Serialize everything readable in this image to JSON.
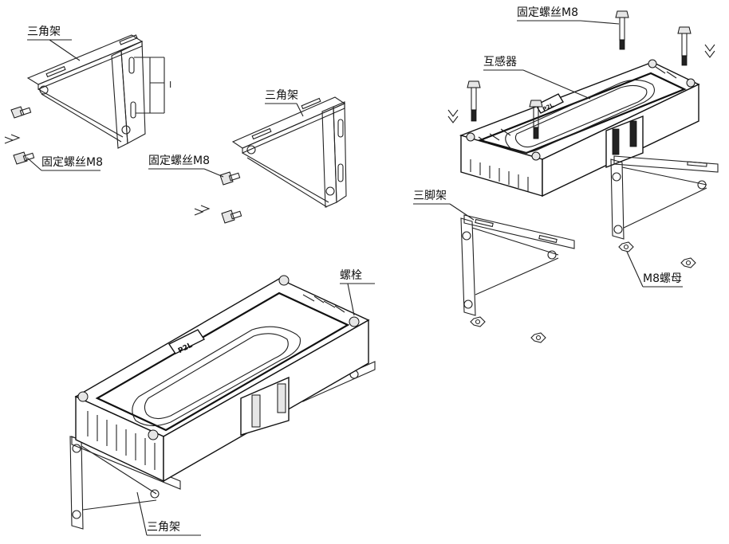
{
  "labels": {
    "bracket_top_left": "三角架",
    "screw_left": "固定螺丝M8",
    "screw_middle": "固定螺丝M8",
    "bracket_middle": "三角架",
    "screw_top_right": "固定螺丝M8",
    "transformer": "互感器",
    "tripod": "三脚架",
    "nut": "M8螺母",
    "bolt": "螺栓",
    "bracket_bottom": "三角架"
  },
  "markings": {
    "plate_text_assembled": "P2L",
    "plate_text_exploded": "P2L",
    "dimension_symbol": "I"
  }
}
